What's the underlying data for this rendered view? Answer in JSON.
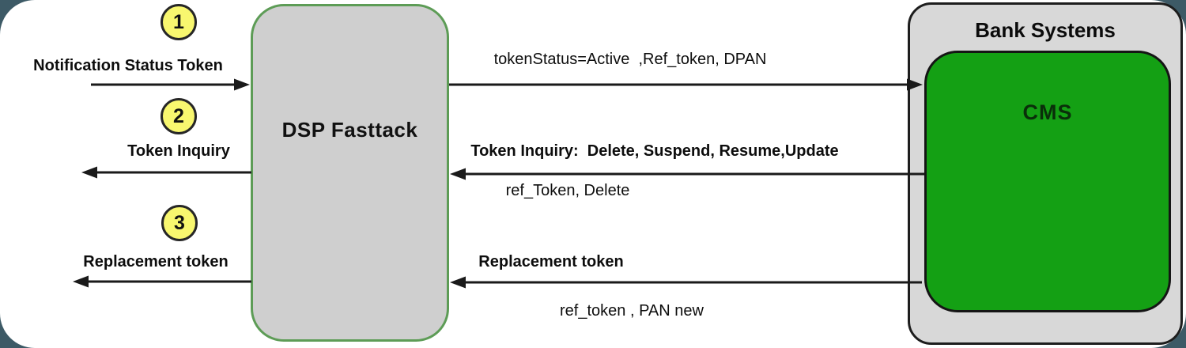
{
  "canvas": {
    "frame_color": "#3d5a66",
    "surface_color": "#ffffff"
  },
  "nodes": {
    "dsp": {
      "label": "DSP Fasttack",
      "fill": "#cfcfcf",
      "border_color": "#5d9c56"
    },
    "bank": {
      "title": "Bank Systems",
      "fill": "#d8d8d8",
      "border_color": "#1d1d1d"
    },
    "cms": {
      "label": "CMS",
      "fill": "#14a014",
      "border_color": "#151515",
      "text_color": "#0a2f0a"
    }
  },
  "step_badges": [
    {
      "number": "1",
      "fill": "#f8f76f"
    },
    {
      "number": "2",
      "fill": "#f8f76f"
    },
    {
      "number": "3",
      "fill": "#f8f76f"
    }
  ],
  "left_flows": [
    {
      "label": "Notification Status Token",
      "direction": "right",
      "from": "external",
      "to": "dsp"
    },
    {
      "label": "Token Inquiry",
      "direction": "left",
      "from": "dsp",
      "to": "external"
    },
    {
      "label": "Replacement token",
      "direction": "left",
      "from": "dsp",
      "to": "external"
    }
  ],
  "right_flows": [
    {
      "label": "tokenStatus=Active  ,Ref_token, DPAN",
      "sublabel": "",
      "direction": "right",
      "from": "dsp",
      "to": "cms"
    },
    {
      "label": "Token Inquiry:  Delete, Suspend, Resume,Update",
      "sublabel": "ref_Token, Delete",
      "direction": "left",
      "from": "cms",
      "to": "dsp"
    },
    {
      "label": "Replacement token",
      "sublabel": "ref_token , PAN new",
      "direction": "left",
      "from": "cms",
      "to": "dsp"
    }
  ],
  "arrow_color": "#1a1a1a"
}
